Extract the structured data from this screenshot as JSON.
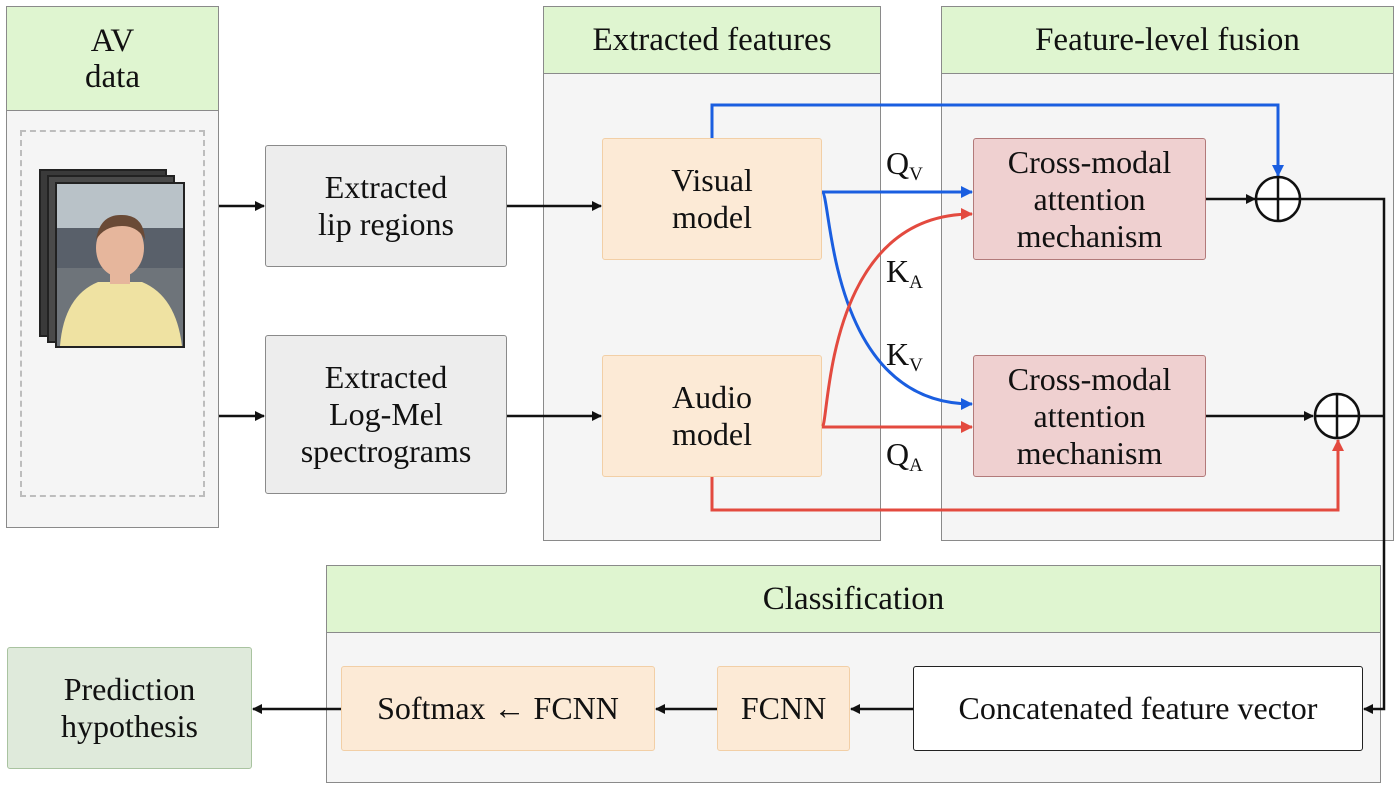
{
  "sections": {
    "av_data": "AV\ndata",
    "extracted_features": "Extracted features",
    "feature_fusion": "Feature-level fusion",
    "classification": "Classification"
  },
  "boxes": {
    "lip_regions": "Extracted\nlip regions",
    "log_mel": "Extracted\nLog-Mel\nspectrograms",
    "visual_model": "Visual\nmodel",
    "audio_model": "Audio\nmodel",
    "cross_modal_top": "Cross-modal\nattention\nmechanism",
    "cross_modal_bottom": "Cross-modal\nattention\nmechanism",
    "concat_vector": "Concatenated feature vector",
    "fcnn": "FCNN",
    "softmax_fcnn": "Softmax ← FCNN",
    "prediction": "Prediction\nhypothesis"
  },
  "edge_labels": {
    "q_v": {
      "main": "Q",
      "sub": "V"
    },
    "k_a": {
      "main": "K",
      "sub": "A"
    },
    "k_v": {
      "main": "K",
      "sub": "V"
    },
    "q_a": {
      "main": "Q",
      "sub": "A"
    }
  },
  "colors": {
    "visual_stream": "#1a5ee0",
    "audio_stream": "#e34a3f",
    "header_fill": "#dff5d0"
  },
  "icons": {
    "video_frames": "video-frames-icon",
    "waveform": "audio-waveform-icon",
    "sum_node": "circled-plus-icon"
  }
}
